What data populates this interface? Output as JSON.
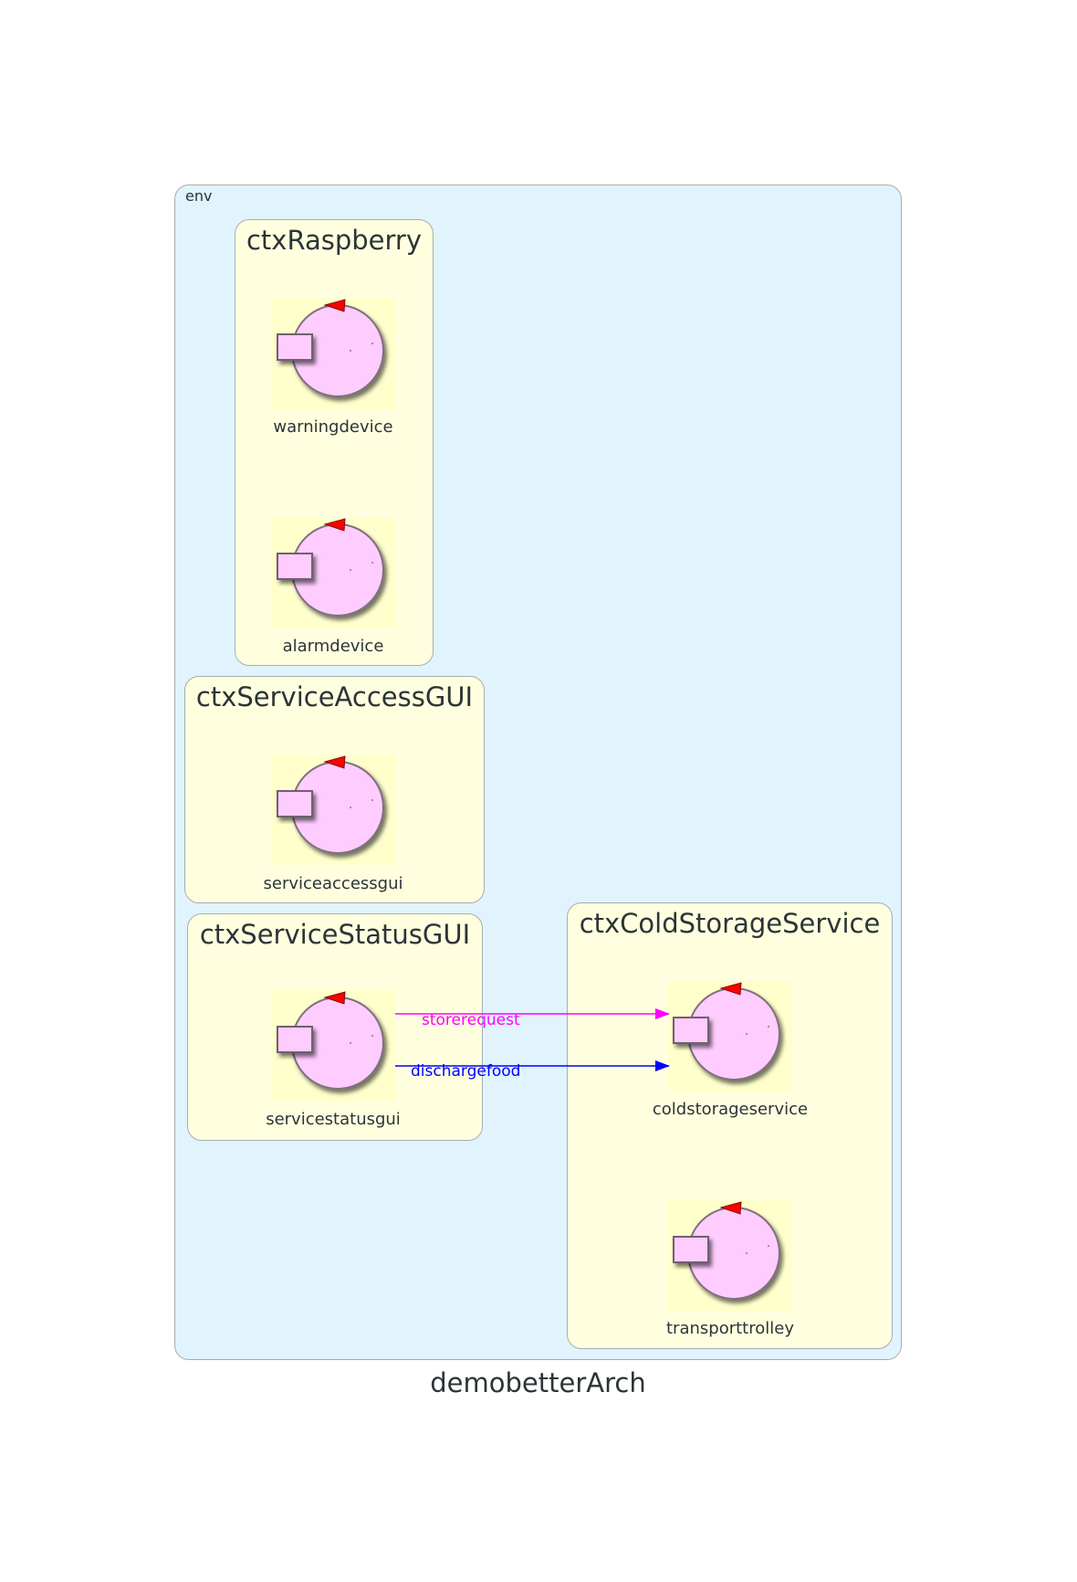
{
  "env": {
    "label": "env"
  },
  "diagram_title": "demobetterArch",
  "contexts": {
    "raspberry": {
      "title": "ctxRaspberry"
    },
    "access": {
      "title": "ctxServiceAccessGUI"
    },
    "status": {
      "title": "ctxServiceStatusGUI"
    },
    "cold": {
      "title": "ctxColdStorageService"
    }
  },
  "actors": {
    "warningdevice": "warningdevice",
    "alarmdevice": "alarmdevice",
    "serviceaccessgui": "serviceaccessgui",
    "servicestatusgui": "servicestatusgui",
    "coldstorageservice": "coldstorageservice",
    "transporttrolley": "transporttrolley"
  },
  "edges": [
    {
      "label": "storerequest",
      "from": "servicestatusgui",
      "to": "coldstorageservice",
      "color": "#ff00ff"
    },
    {
      "label": "dischargefood",
      "from": "servicestatusgui",
      "to": "coldstorageservice",
      "color": "#0000ff"
    }
  ],
  "colors": {
    "env_fill": "#e1f3fc",
    "context_fill": "#ffffe0",
    "actor_fill": "#ffccff",
    "actor_marker": "#ff0000"
  }
}
